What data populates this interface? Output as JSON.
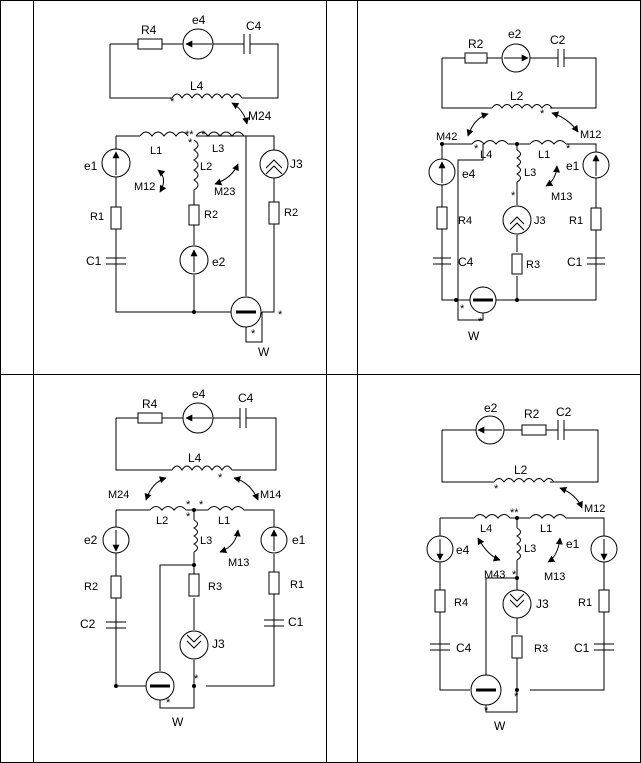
{
  "table": {
    "rows": 2,
    "cols": 4
  },
  "circuits": [
    {
      "labels": {
        "R4": "R4",
        "e4": "e4",
        "C4": "C4",
        "L4": "L4",
        "M24": "M24",
        "L1": "L1",
        "L2": "L2",
        "L3": "L3",
        "e1": "e1",
        "M12": "M12",
        "M23": "M23",
        "J3": "J3",
        "R1": "R1",
        "R2a": "R2",
        "R2b": "R2",
        "C1": "C1",
        "e2": "e2",
        "W": "W"
      }
    },
    {
      "labels": {
        "R2": "R2",
        "e2": "e2",
        "C2": "C2",
        "L2": "L2",
        "M42": "M42",
        "M12": "M12",
        "L4": "L4",
        "L1": "L1",
        "L3": "L3",
        "e4": "e4",
        "e1": "e1",
        "M13": "M13",
        "R4": "R4",
        "J3": "J3",
        "R1": "R1",
        "C4": "C4",
        "R3": "R3",
        "C1": "C1",
        "W": "W"
      }
    },
    {
      "labels": {
        "R4": "R4",
        "e4": "e4",
        "C4": "C4",
        "L4": "L4",
        "M24": "M24",
        "M14": "M14",
        "L2": "L2",
        "L1": "L1",
        "L3": "L3",
        "e2": "e2",
        "e1": "e1",
        "M13": "M13",
        "R2": "R2",
        "R3": "R3",
        "R1": "R1",
        "C2": "C2",
        "C1": "C1",
        "J3": "J3",
        "W": "W"
      }
    },
    {
      "labels": {
        "e2": "e2",
        "R2": "R2",
        "C2": "C2",
        "L2": "L2",
        "M12": "M12",
        "L4": "L4",
        "L1": "L1",
        "L3": "L3",
        "e4": "e4",
        "e1": "e1",
        "M43": "M43",
        "M13": "M13",
        "R4": "R4",
        "J3": "J3",
        "R1": "R1",
        "C4": "C4",
        "R3": "R3",
        "C1": "C1",
        "W": "W"
      }
    }
  ]
}
